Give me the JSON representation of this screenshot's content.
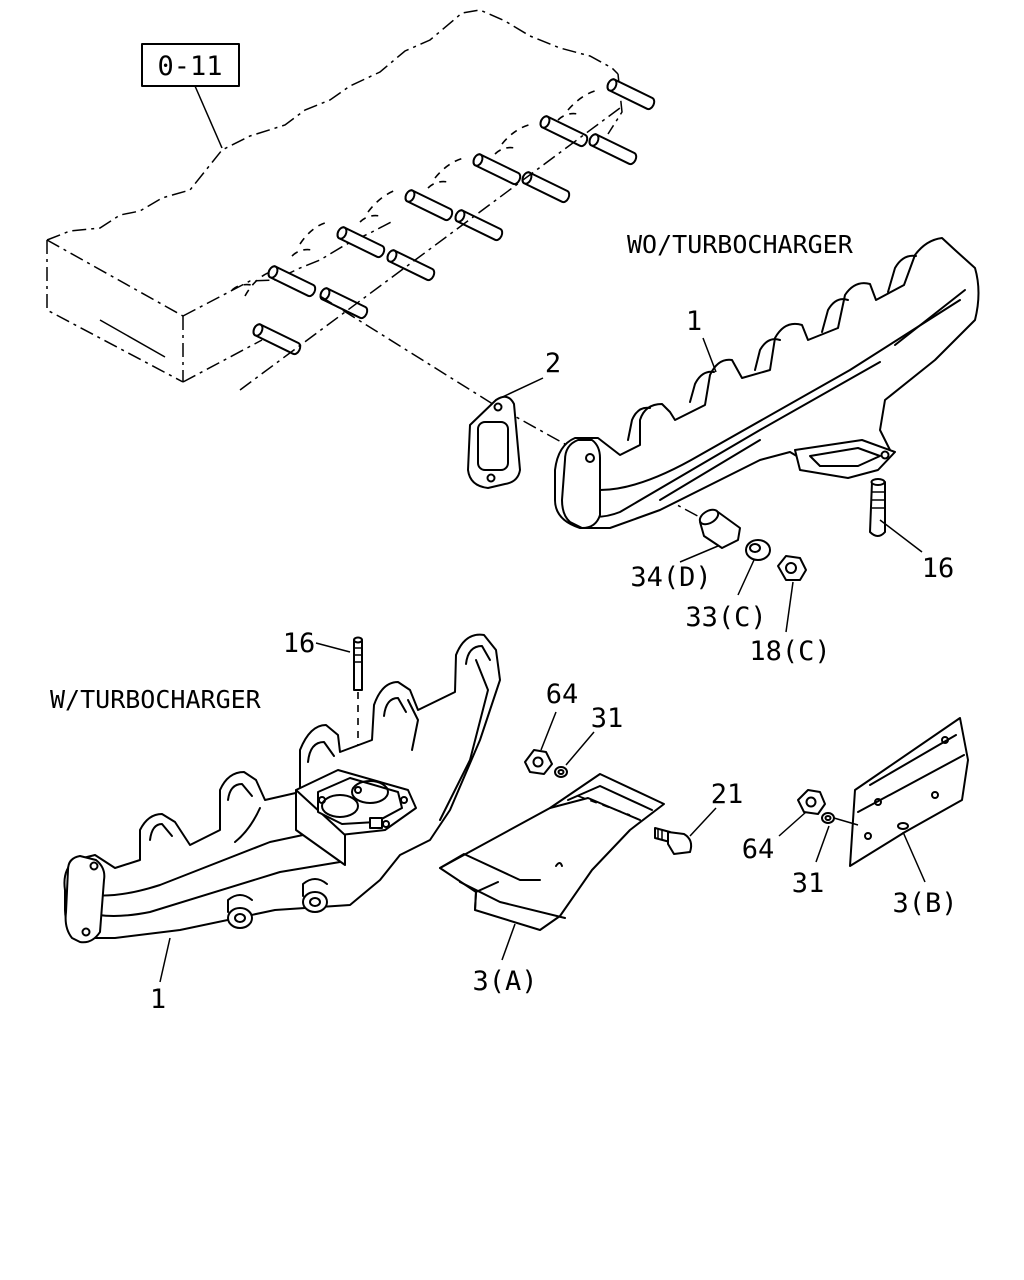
{
  "ref_box": "0-11",
  "headings": {
    "without_turbo": "WO/TURBOCHARGER",
    "with_turbo": "W/TURBOCHARGER"
  },
  "callouts": {
    "manifold_upper": "1",
    "gasket": "2",
    "stud_upper": "16",
    "part_34": "34(D)",
    "part_33": "33(C)",
    "part_18": "18(C)",
    "stud_lower": "16",
    "manifold_lower": "1",
    "nut_a": "64",
    "washer_a": "31",
    "bolt": "21",
    "cover_a": "3(A)",
    "nut_b": "64",
    "washer_b": "31",
    "cover_b": "3(B)"
  }
}
